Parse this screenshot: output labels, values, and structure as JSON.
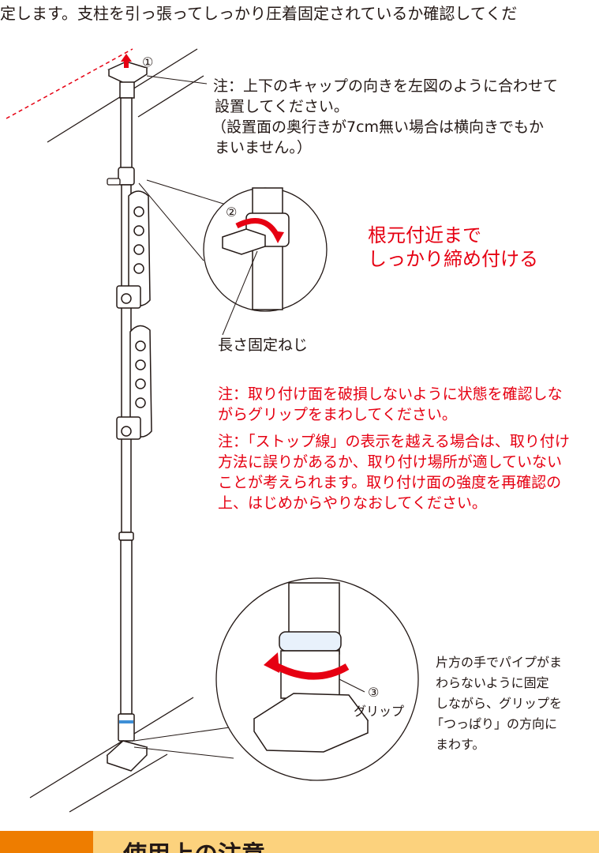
{
  "top_text": "定します。支柱を引っ張ってしっかり圧着固定されているか確認してくだ",
  "steps": {
    "one": "①",
    "two": "②",
    "three": "③"
  },
  "note_cap": {
    "line1": "注：上下のキャップの向きを左図のように合わせて",
    "line2": "設置してください。",
    "line3": "（設置面の奥行きが7cm無い場合は横向きでもか",
    "line4": "まいません。）"
  },
  "tighten": {
    "line1": "根元付近まで",
    "line2": "しっかり締め付ける"
  },
  "screw_label": "長さ固定ねじ",
  "warning1": {
    "line1": "注：取り付け面を破損しないように状態を確認しな",
    "line2": "がらグリップをまわしてください。"
  },
  "warning2": {
    "line1": "注：「ストップ線」の表示を越える場合は、取り付け",
    "line2": "方法に誤りがあるか、取り付け場所が適していない",
    "line3": "ことが考えられます。取り付け面の強度を再確認の",
    "line4": "上、はじめからやりなおしてください。"
  },
  "grip_label": "グリップ",
  "grip_instr": {
    "line1": "片方の手でパイプがま",
    "line2": "わらないように固定",
    "line3": "しながら、グリップを",
    "line4": "「つっぱり」の方向に",
    "line5": "まわす。"
  },
  "banner_title": "使用上の注意",
  "colors": {
    "red": "#e60012",
    "orange": "#ee7d00",
    "yellow": "#fcd27d",
    "text": "#231815"
  }
}
